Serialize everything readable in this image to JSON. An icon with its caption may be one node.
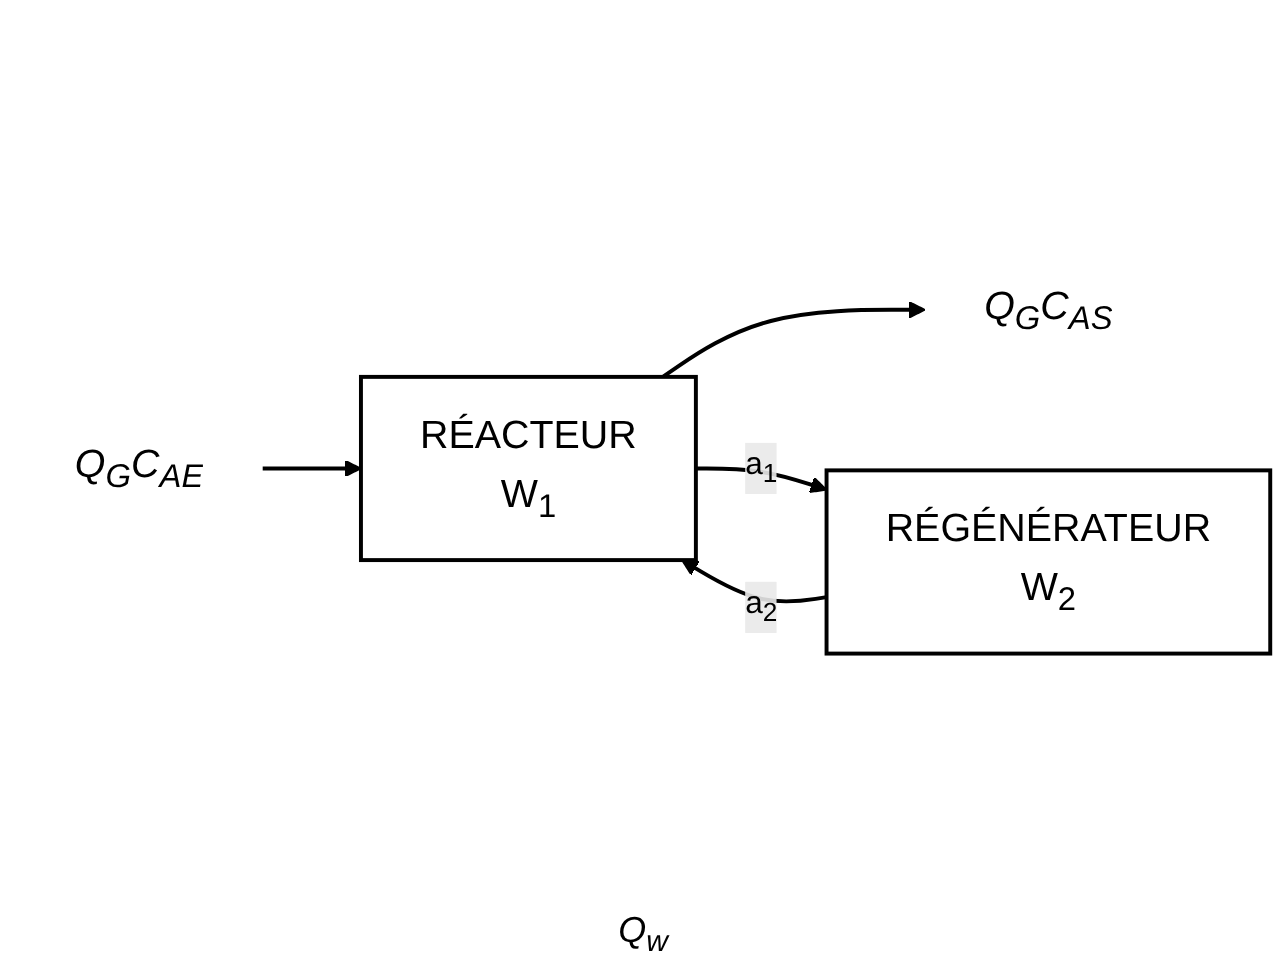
{
  "diagram": {
    "nodes": [
      {
        "text": [
          "RÉACTEUR",
          "W$_{1}$"
        ]
      },
      {
        "text": [
          "RÉGÉNÉRATEUR",
          "W$_{2}$"
        ]
      },
      {
        "text": [
          "Q$_{G}$C$_{AS}$"
        ]
      },
      {
        "text": [
          "Q$_{G}$C$_{AE}$"
        ]
      }
    ],
    "edges": [
      {
        "from": 3,
        "to": 0,
        "arrow": "to"
      },
      {
        "from": 0,
        "to": 2,
        "arrow": "to"
      },
      {
        "from": 0,
        "to": 1,
        "arrow": "to",
        "label": "a$_{1}$"
      },
      {
        "from": 1,
        "to": 0,
        "arrow": "to",
        "label": "a$_{2}$"
      }
    ],
    "labels": [
      "Q$_{w}$"
    ]
  }
}
